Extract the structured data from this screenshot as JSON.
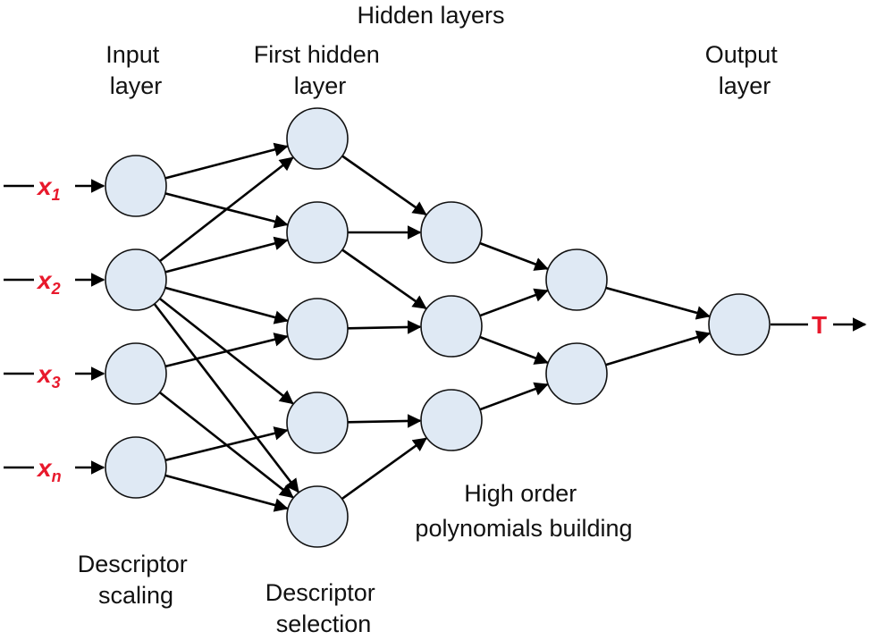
{
  "labels": {
    "hidden_layers": "Hidden layers",
    "input_layer": [
      "Input",
      "layer"
    ],
    "first_hidden_layer": [
      "First hidden",
      "layer"
    ],
    "output_layer": [
      "Output",
      "layer"
    ],
    "high_order": [
      "High order",
      "polynomials building"
    ],
    "descriptor_scaling": [
      "Descriptor",
      "scaling"
    ],
    "descriptor_selection": [
      "Descriptor",
      "selection"
    ]
  },
  "inputs": [
    {
      "base": "x",
      "sub": "1"
    },
    {
      "base": "x",
      "sub": "2"
    },
    {
      "base": "x",
      "sub": "3"
    },
    {
      "base": "x",
      "sub": "n"
    }
  ],
  "output": "T",
  "colors": {
    "node_fill": "#dfe9f4",
    "edge": "#000000",
    "io_label": "#e8192c"
  }
}
